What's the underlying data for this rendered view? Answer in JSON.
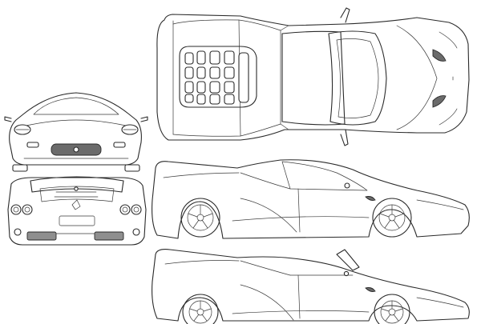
{
  "drawing": {
    "subject": "",
    "views": [
      "top",
      "front",
      "rear",
      "side-coupe",
      "side-spider"
    ]
  },
  "colors": {
    "line": "#2a2a2a",
    "fill_shade": "#8f8f8f",
    "background": "#ffffff"
  }
}
